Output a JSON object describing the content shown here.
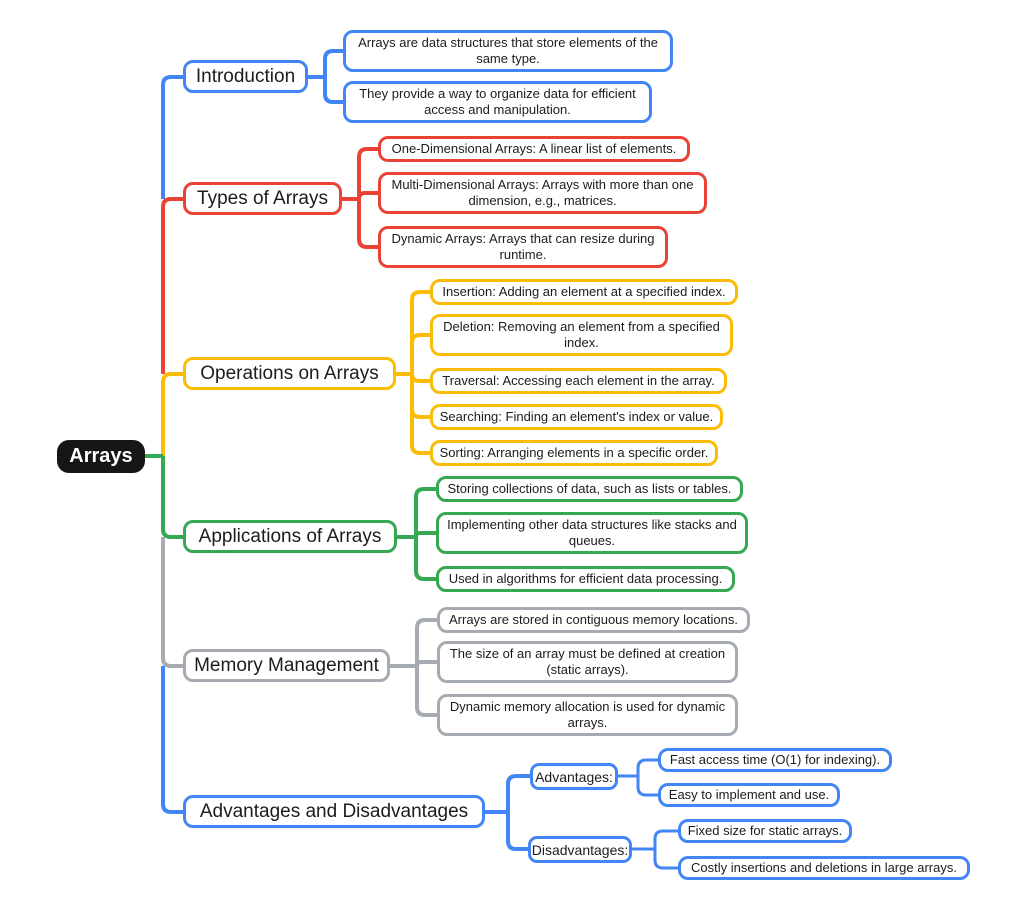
{
  "root": {
    "label": "Arrays"
  },
  "palette": {
    "blue": "#4285f4",
    "red": "#ea4335",
    "yellow": "#fbbc05",
    "green": "#34a853",
    "gray": "#a5abb0",
    "black": "#161619",
    "text": "#1c1c1c",
    "background": "#ffffff"
  },
  "branches": [
    {
      "label": "Introduction",
      "color": "blue",
      "children": [
        {
          "text": "Arrays are data structures that store elements of the same type."
        },
        {
          "text": "They provide a way to organize data for efficient access and manipulation."
        }
      ]
    },
    {
      "label": "Types of Arrays",
      "color": "red",
      "children": [
        {
          "text": "One-Dimensional Arrays: A linear list of elements."
        },
        {
          "text": "Multi-Dimensional Arrays: Arrays with more than one dimension, e.g., matrices."
        },
        {
          "text": "Dynamic Arrays: Arrays that can resize during runtime."
        }
      ]
    },
    {
      "label": "Operations on Arrays",
      "color": "yellow",
      "children": [
        {
          "text": "Insertion: Adding an element at a specified index."
        },
        {
          "text": "Deletion: Removing an element from a specified index."
        },
        {
          "text": "Traversal: Accessing each element in the array."
        },
        {
          "text": "Searching: Finding an element's index or value."
        },
        {
          "text": "Sorting: Arranging elements in a specific order."
        }
      ]
    },
    {
      "label": "Applications of Arrays",
      "color": "green",
      "children": [
        {
          "text": "Storing collections of data, such as lists or tables."
        },
        {
          "text": "Implementing other data structures like stacks and queues."
        },
        {
          "text": "Used in algorithms for efficient data processing."
        }
      ]
    },
    {
      "label": "Memory Management",
      "color": "gray",
      "children": [
        {
          "text": "Arrays are stored in contiguous memory locations."
        },
        {
          "text": "The size of an array must be defined at creation (static arrays)."
        },
        {
          "text": "Dynamic memory allocation is used for dynamic arrays."
        }
      ]
    },
    {
      "label": "Advantages and Disadvantages",
      "color": "blue",
      "children": [
        {
          "label": "Advantages:",
          "children": [
            {
              "text": "Fast access time (O(1) for indexing)."
            },
            {
              "text": "Easy to implement and use."
            }
          ]
        },
        {
          "label": "Disadvantages:",
          "children": [
            {
              "text": "Fixed size for static arrays."
            },
            {
              "text": "Costly insertions and deletions in large arrays."
            }
          ]
        }
      ]
    }
  ]
}
